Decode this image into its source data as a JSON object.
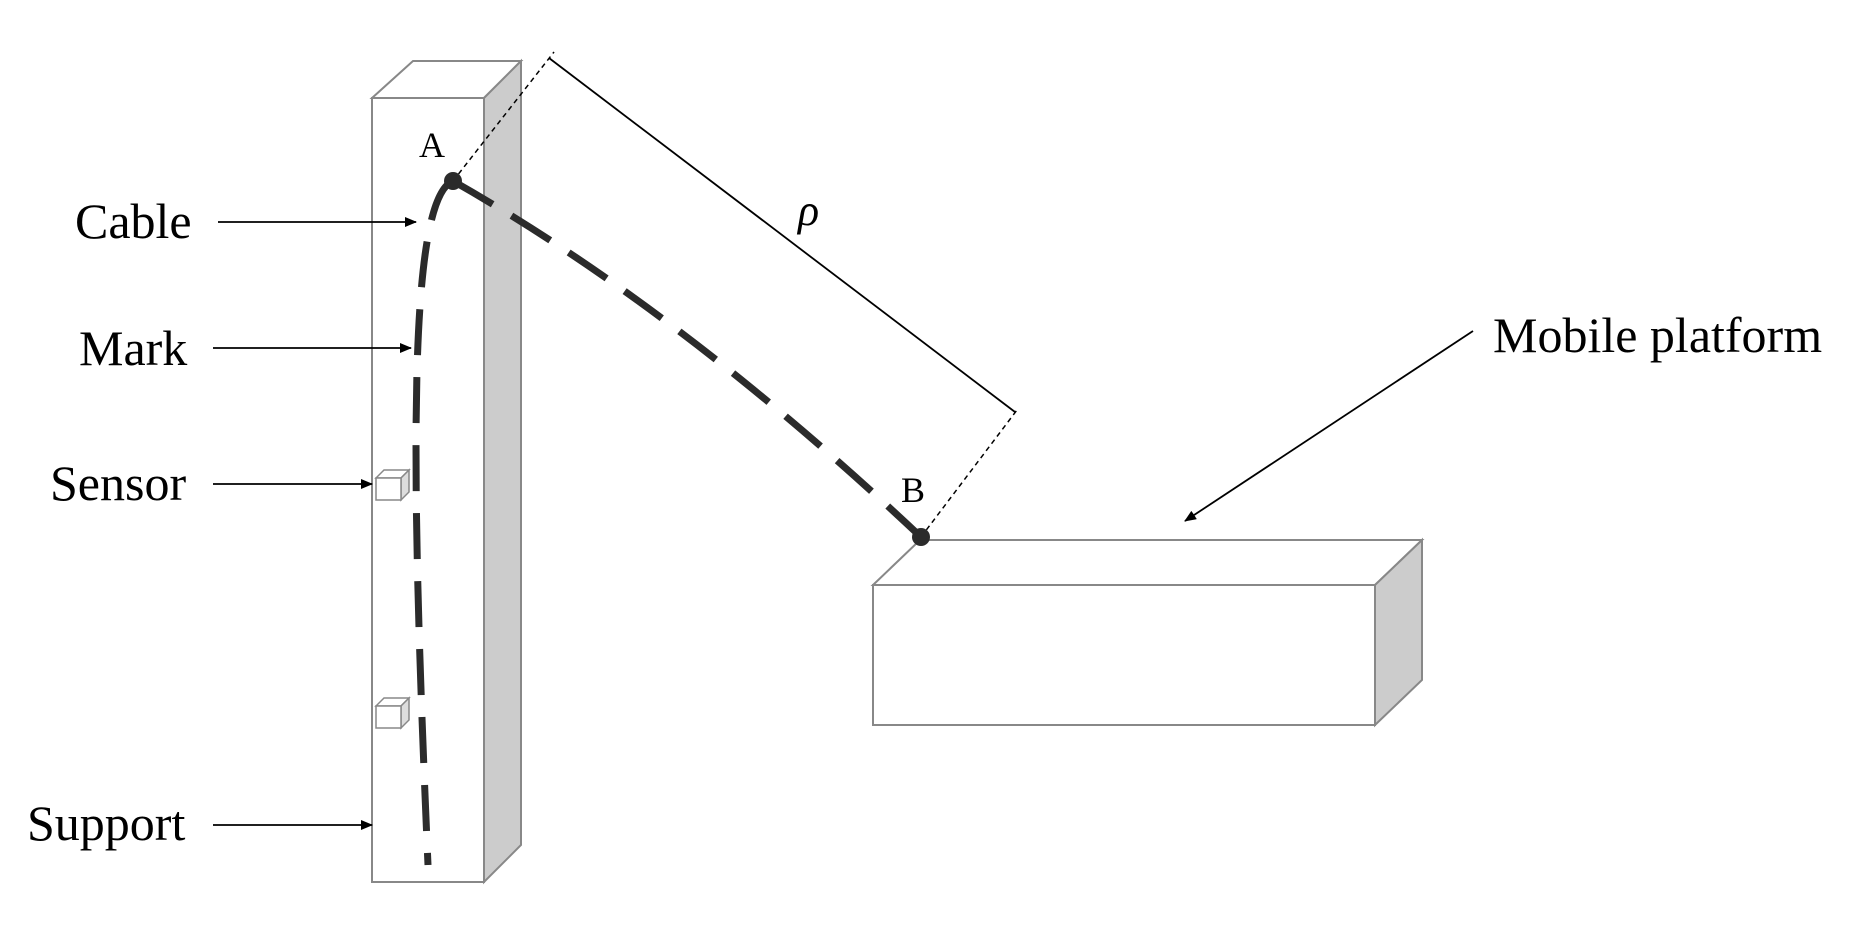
{
  "labels": {
    "cable": "Cable",
    "mark": "Mark",
    "sensor": "Sensor",
    "support": "Support",
    "mobile_platform": "Mobile platform",
    "point_a": "A",
    "point_b": "B",
    "distance": "ρ"
  },
  "colors": {
    "outline": "#888888",
    "side_face": "#cccccc",
    "cable": "#2b2b2b",
    "text": "#000000"
  }
}
